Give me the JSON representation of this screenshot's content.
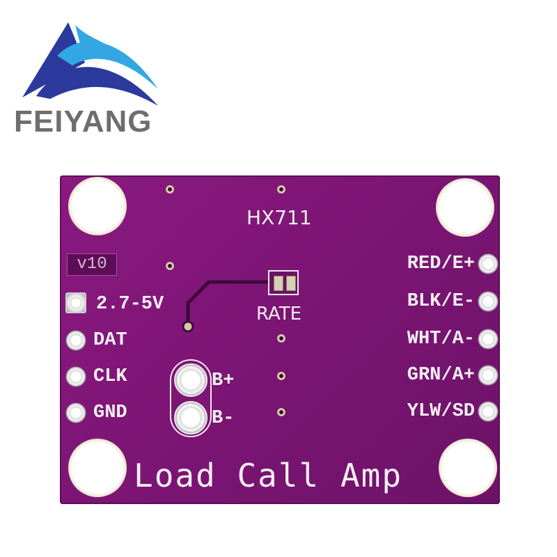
{
  "brand": {
    "name": "FEIYANG"
  },
  "board": {
    "chip": "HX711",
    "version": "v10",
    "jumper_label": "RATE",
    "supply_label": "2.7-5V",
    "left_pins": [
      "DAT",
      "CLK",
      "GND"
    ],
    "right_pins": [
      "RED/E+",
      "BLK/E-",
      "WHT/A-",
      "GRN/A+",
      "YLW/SD"
    ],
    "bridge_pins": [
      "B+",
      "B-"
    ],
    "footer": "Load Call Amp"
  }
}
